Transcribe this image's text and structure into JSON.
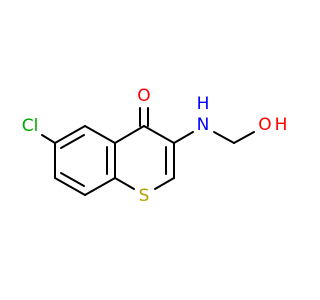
{
  "atoms": {
    "oxygen_keto": {
      "label": "O",
      "color": "#ff0000"
    },
    "chlorine": {
      "label": "Cl",
      "color": "#00aa00"
    },
    "amine": {
      "label": "N",
      "label_h": "H",
      "color": "#0000ff"
    },
    "hydroxyl": {
      "label": "O",
      "label_h": "H",
      "color": "#ff0000"
    },
    "sulfur": {
      "label": "S",
      "color": "#b8a000"
    }
  },
  "colors": {
    "bond": "#000000",
    "background": "#ffffff"
  }
}
